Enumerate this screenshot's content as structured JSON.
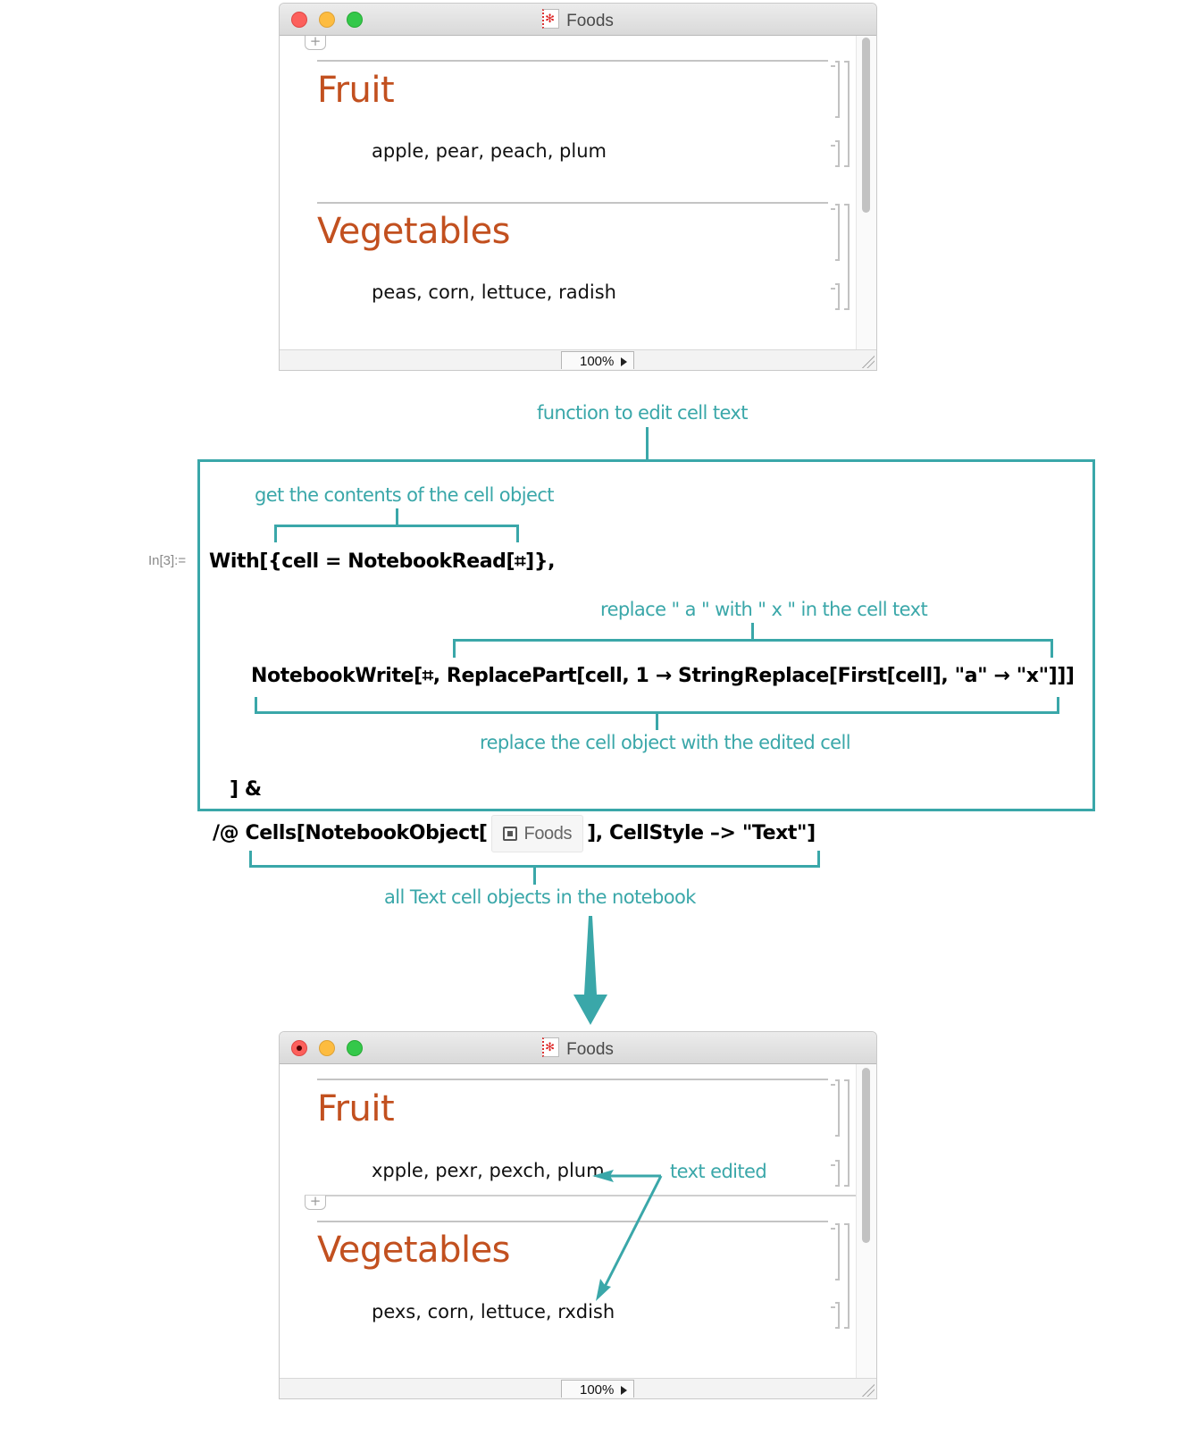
{
  "windows": {
    "before": {
      "title": "Foods",
      "zoom_level": "100%",
      "unsaved": false,
      "cells": [
        {
          "style": "Section",
          "text": "Fruit"
        },
        {
          "style": "Text",
          "text": "apple, pear, peach, plum"
        },
        {
          "style": "Section",
          "text": "Vegetables"
        },
        {
          "style": "Text",
          "text": "peas, corn, lettuce, radish"
        }
      ]
    },
    "after": {
      "title": "Foods",
      "zoom_level": "100%",
      "unsaved": true,
      "cells": [
        {
          "style": "Section",
          "text": "Fruit"
        },
        {
          "style": "Text",
          "text": "xpple, pexr, pexch, plum"
        },
        {
          "style": "Section",
          "text": "Vegetables"
        },
        {
          "style": "Text",
          "text": "pexs, corn, lettuce, rxdish"
        }
      ]
    }
  },
  "code": {
    "input_label": "In[3]:=",
    "line1": "With[{cell = NotebookRead[⌗]},",
    "line2": "NotebookWrite[⌗, ReplacePart[cell, 1 → StringReplace[First[cell], \"a\" → \"x\"]]]",
    "line3": "] &",
    "line4_prefix": "/@ Cells[NotebookObject[",
    "line4_object": "Foods",
    "line4_suffix": "], CellStyle –> \"Text\"]"
  },
  "annotations": {
    "function": "function to edit cell text",
    "read": "get the contents of the cell object",
    "replace_text": "replace \" a \" with \" x \" in the cell text",
    "write": "replace the cell object with the edited cell",
    "cells": "all Text cell objects in the notebook",
    "edited": "text edited"
  },
  "colors": {
    "annotation": "#3aa7a9",
    "section_title": "#c2501f"
  }
}
